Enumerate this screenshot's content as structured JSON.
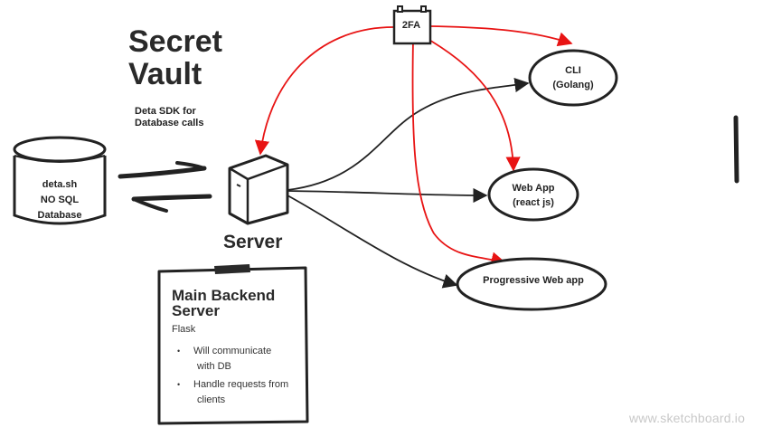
{
  "title_lines": [
    "Secret",
    "Vault"
  ],
  "sdk_note_lines": [
    "Deta SDK for",
    "Database calls"
  ],
  "database": {
    "lines": [
      "deta.sh",
      "NO SQL",
      "Database"
    ]
  },
  "server": {
    "label": "Server"
  },
  "twofa": {
    "label": "2FA"
  },
  "clients": {
    "cli": {
      "line1": "CLI",
      "line2": "(Golang)"
    },
    "webapp": {
      "line1": "Web App",
      "line2": "(react js)"
    },
    "pwa": {
      "line1": "Progressive Web app"
    }
  },
  "note": {
    "title_lines": [
      "Main Backend",
      "Server"
    ],
    "subtitle": "Flask",
    "bullets": [
      {
        "lines": [
          "Will communicate",
          "with DB"
        ]
      },
      {
        "lines": [
          "Handle requests from",
          "clients"
        ]
      }
    ]
  },
  "watermark": "www.sketchboard.io",
  "colors": {
    "ink": "#222222",
    "red": "#e81414",
    "watermark": "#c8c8c8"
  },
  "icons": [
    "database-cylinder-icon",
    "server-box-icon",
    "battery-2fa-icon",
    "bidirectional-arrows-icon",
    "tape-icon"
  ]
}
